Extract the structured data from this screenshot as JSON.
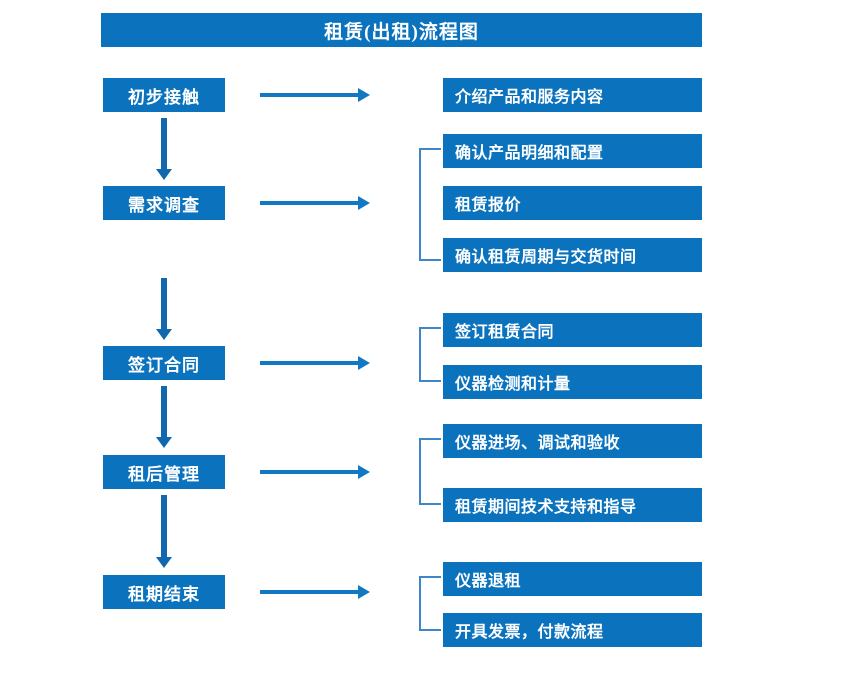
{
  "diagram": {
    "title": "租赁(出租)流程图",
    "colors": {
      "box_blue": "#0B72BE",
      "arrow_blue": "#1278C4",
      "vertical_arrow_blue": "#1168AE",
      "bracket_blue": "#3E86C8",
      "text_white": "#FFFFFF",
      "background": "#FFFFFF"
    },
    "stages": [
      {
        "label": "初步接触",
        "details": [
          "介绍产品和服务内容"
        ]
      },
      {
        "label": "需求调查",
        "details": [
          "确认产品明细和配置",
          "租赁报价",
          "确认租赁周期与交货时间"
        ]
      },
      {
        "label": "签订合同",
        "details": [
          "签订租赁合同",
          "仪器检测和计量"
        ]
      },
      {
        "label": "租后管理",
        "details": [
          "仪器进场、调试和验收",
          "租赁期间技术支持和指导"
        ]
      },
      {
        "label": "租期结束",
        "details": [
          "仪器退租",
          "开具发票，付款流程"
        ]
      }
    ]
  }
}
